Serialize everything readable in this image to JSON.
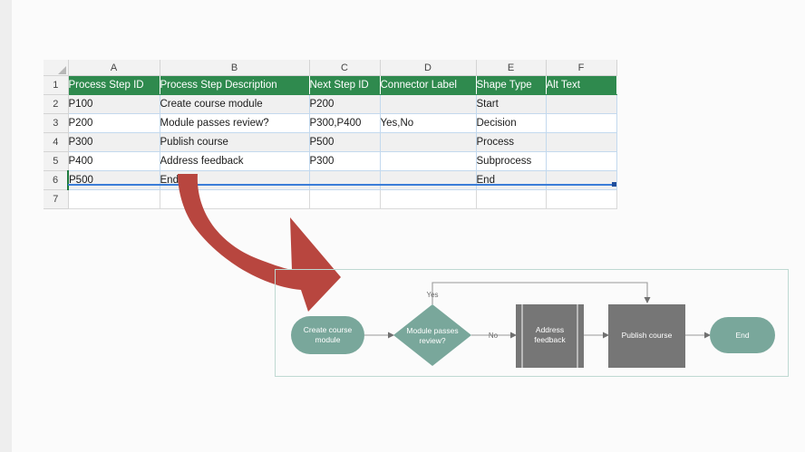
{
  "spreadsheet": {
    "column_letters": [
      "A",
      "B",
      "C",
      "D",
      "E",
      "F"
    ],
    "row_numbers": [
      "1",
      "2",
      "3",
      "4",
      "5",
      "6",
      "7"
    ],
    "headers": [
      "Process Step ID",
      "Process Step Description",
      "Next Step ID",
      "Connector Label",
      "Shape Type",
      "Alt Text"
    ],
    "rows": [
      {
        "a": "P100",
        "b": "Create course module",
        "c": "P200",
        "d": "",
        "e": "Start",
        "f": ""
      },
      {
        "a": "P200",
        "b": "Module passes review?",
        "c": "P300,P400",
        "d": "Yes,No",
        "e": "Decision",
        "f": ""
      },
      {
        "a": "P300",
        "b": "Publish course",
        "c": "P500",
        "d": "",
        "e": "Process",
        "f": ""
      },
      {
        "a": "P400",
        "b": "Address feedback",
        "c": "P300",
        "d": "",
        "e": "Subprocess",
        "f": ""
      },
      {
        "a": "P500",
        "b": "End",
        "c": "",
        "d": "",
        "e": "End",
        "f": ""
      }
    ],
    "header_fill": "#2f8a4e",
    "header_text_color": "#ffffff",
    "gridline_color": "#c3d9ee",
    "active_cell_row": "6"
  },
  "annotation": {
    "arrow_name": "red-curved-arrow",
    "color": "#b8463f"
  },
  "flowchart": {
    "border_color": "#bfd9d2",
    "accent_teal": "#79a79b",
    "accent_gray": "#767676",
    "connector_color": "#9a9a9a",
    "nodes": [
      {
        "id": "P100",
        "label_line1": "Create course",
        "label_line2": "module",
        "shape": "start"
      },
      {
        "id": "P200",
        "label_line1": "Module passes",
        "label_line2": "review?",
        "shape": "decision"
      },
      {
        "id": "P400",
        "label_line1": "Address",
        "label_line2": "feedback",
        "shape": "subprocess"
      },
      {
        "id": "P300",
        "label_line1": "Publish course",
        "label_line2": "",
        "shape": "process"
      },
      {
        "id": "P500",
        "label_line1": "End",
        "label_line2": "",
        "shape": "end"
      }
    ],
    "edge_labels": {
      "yes": "Yes",
      "no": "No"
    }
  }
}
